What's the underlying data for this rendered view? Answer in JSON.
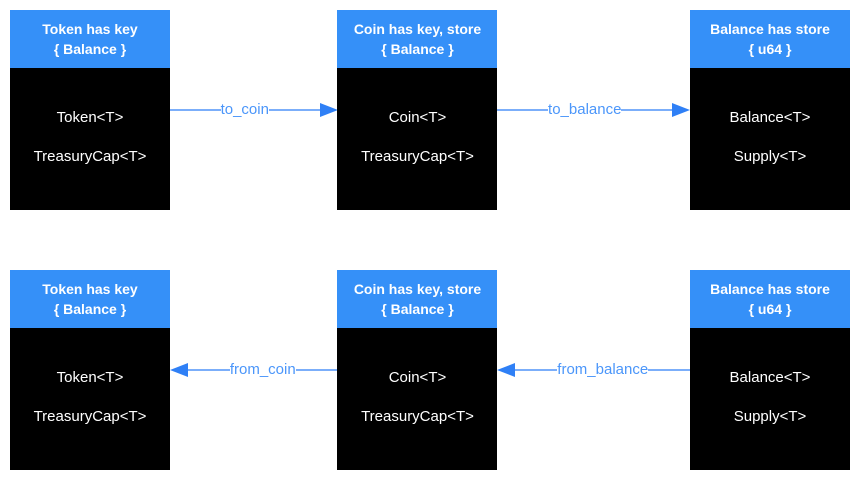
{
  "colors": {
    "page_bg": "#ffffff",
    "header_bg": "#3590f8",
    "body_bg": "#000000",
    "box_text": "#ffffff",
    "arrow_line": "#7baefa",
    "arrow_label": "#4b96fa",
    "arrow_head": "#2f80f6"
  },
  "rows": [
    {
      "boxes": [
        {
          "header1": "Token has key",
          "header2": "{ Balance }",
          "fields": [
            "Token<T>",
            "TreasuryCap<T>"
          ]
        },
        {
          "header1": "Coin has key, store",
          "header2": "{ Balance }",
          "fields": [
            "Coin<T>",
            "TreasuryCap<T>"
          ]
        },
        {
          "header1": "Balance has store",
          "header2": "{ u64 }",
          "fields": [
            "Balance<T>",
            "Supply<T>"
          ]
        }
      ],
      "arrows": [
        {
          "label": "to_coin",
          "direction": "right"
        },
        {
          "label": "to_balance",
          "direction": "right"
        }
      ]
    },
    {
      "boxes": [
        {
          "header1": "Token has key",
          "header2": "{ Balance }",
          "fields": [
            "Token<T>",
            "TreasuryCap<T>"
          ]
        },
        {
          "header1": "Coin has key, store",
          "header2": "{ Balance }",
          "fields": [
            "Coin<T>",
            "TreasuryCap<T>"
          ]
        },
        {
          "header1": "Balance has store",
          "header2": "{ u64 }",
          "fields": [
            "Balance<T>",
            "Supply<T>"
          ]
        }
      ],
      "arrows": [
        {
          "label": "from_coin",
          "direction": "left"
        },
        {
          "label": "from_balance",
          "direction": "left"
        }
      ]
    }
  ]
}
